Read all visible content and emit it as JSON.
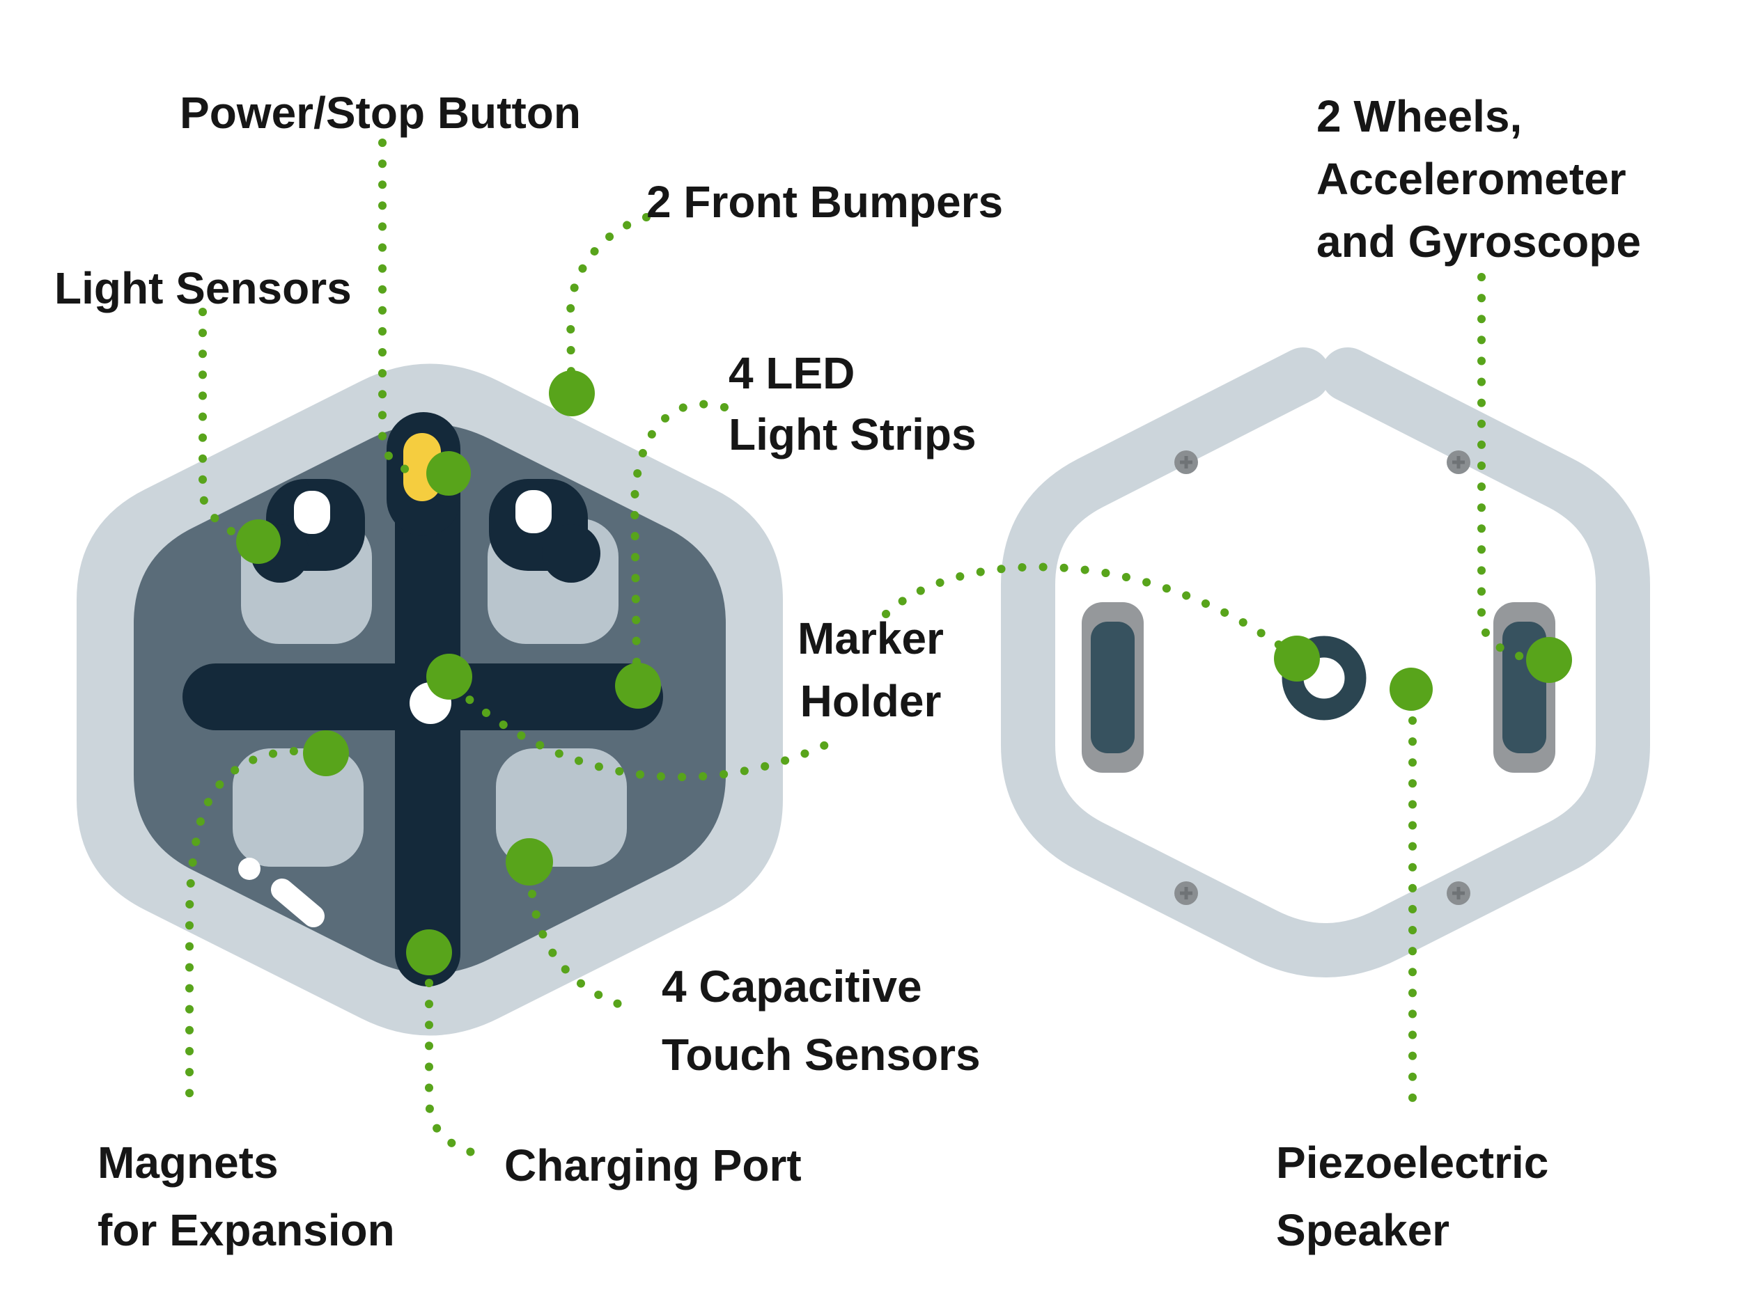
{
  "colors": {
    "shell": "#ccd5db",
    "slate": "#5a6c79",
    "navy": "#14293a",
    "panel": "#b9c5cd",
    "yellow": "#f5cd3f",
    "green": "#58a41b",
    "metal": "#95989b",
    "wheel": "#37525f",
    "donut": "#2b4551",
    "screw": "#8a8e91",
    "text": "#161616"
  },
  "labels": {
    "power_stop": {
      "text": "Power/Stop Button"
    },
    "front_bumpers": {
      "text": "2 Front Bumpers"
    },
    "light_sensors": {
      "text": "Light Sensors"
    },
    "led_strips": {
      "line1": "4 LED",
      "line2": "Light Strips"
    },
    "wheels": {
      "line1": "2 Wheels,",
      "line2": "Accelerometer",
      "line3": "and Gyroscope"
    },
    "marker_holder": {
      "line1": "Marker",
      "line2": "Holder"
    },
    "touch_sensors": {
      "line1": "4 Capacitive",
      "line2": "Touch Sensors"
    },
    "charging_port": {
      "text": "Charging Port"
    },
    "magnets": {
      "line1": "Magnets",
      "line2": "for Expansion"
    },
    "piezo": {
      "line1": "Piezoelectric",
      "line2": "Speaker"
    }
  }
}
